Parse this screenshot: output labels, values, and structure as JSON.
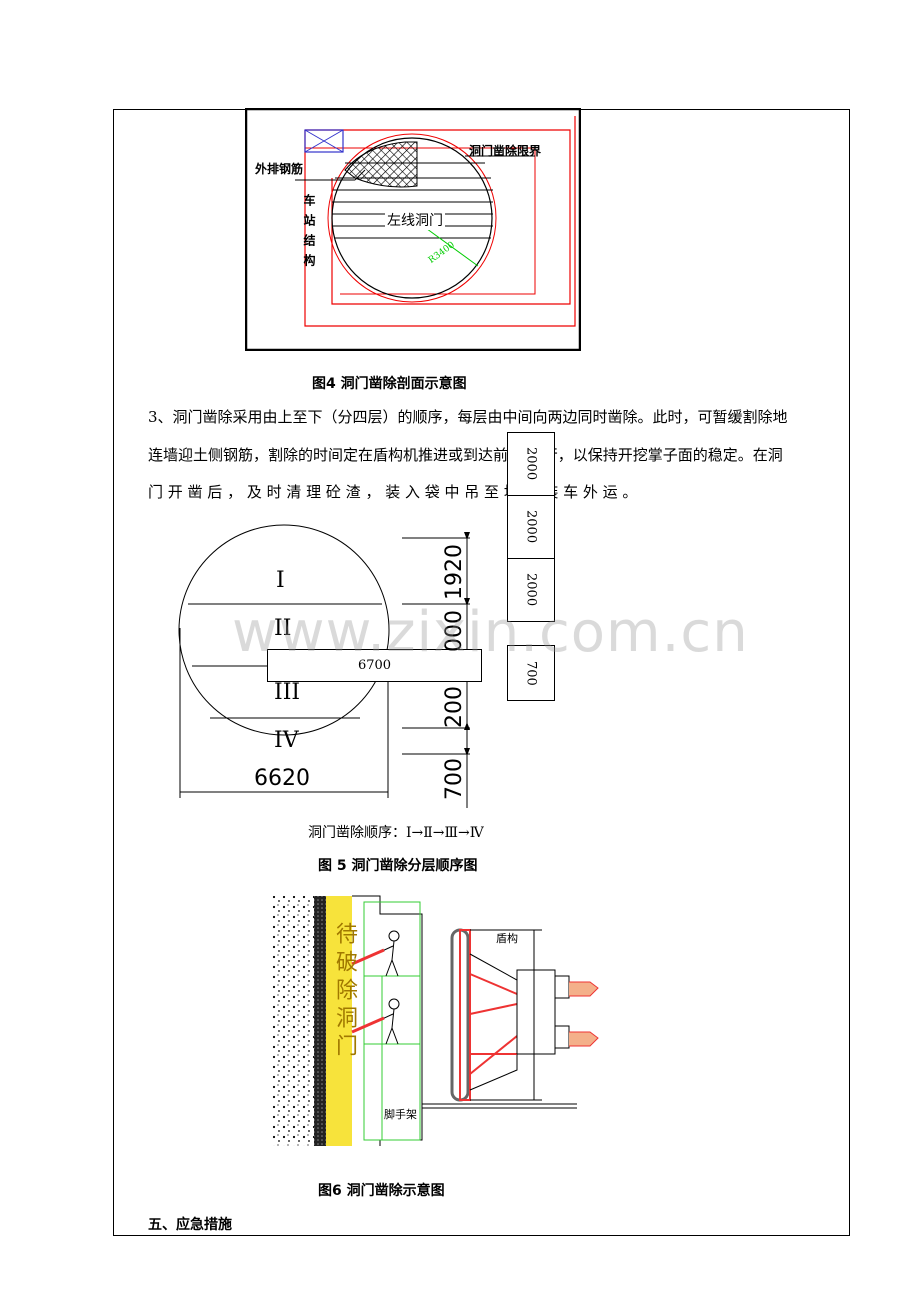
{
  "fig4": {
    "label_rebar": "外排钢筋",
    "label_boundary": "洞门凿除限界",
    "label_station": "车站结构",
    "label_portal": "左线洞门",
    "label_radius": "R3400",
    "caption": "图4  洞门凿除剖面示意图"
  },
  "paragraph": {
    "line1": "3、洞门凿除采用由上至下（分四层）的顺序，每层由中间向两边同时凿除。此时，可暂缓割除地",
    "line2": "连墙迎土侧钢筋，割除的时间定在盾构机推进或到达前     时进行，以保持开挖掌子面的稳定。在洞",
    "line3": "门 开 凿 后 ， 及 时 清 理 砼 渣 ， 装 入       袋 中 吊 至 地 面 装 车 外 运 。"
  },
  "fig5": {
    "layer1": "I",
    "layer2": "II",
    "layer3": "III",
    "layer4": "IV",
    "width_label": "6620",
    "bar_label": "6700",
    "dim1": "1920",
    "dim2": "000",
    "dim3": "200",
    "dim4": "700",
    "box1": "2000",
    "box2": "2000",
    "box3": "2000",
    "box4": "700",
    "sequence": "洞门凿除顺序：Ⅰ→Ⅱ→Ⅲ→Ⅳ",
    "caption": "图 5    洞门凿除分层顺序图"
  },
  "fig6": {
    "wall_label": "待破除洞门",
    "scaffold_label": "脚手架",
    "shield_label": "盾构",
    "caption": "图6    洞门凿除示意图"
  },
  "section_title": "五、应急措施",
  "watermark": "www.zixin.com.cn"
}
